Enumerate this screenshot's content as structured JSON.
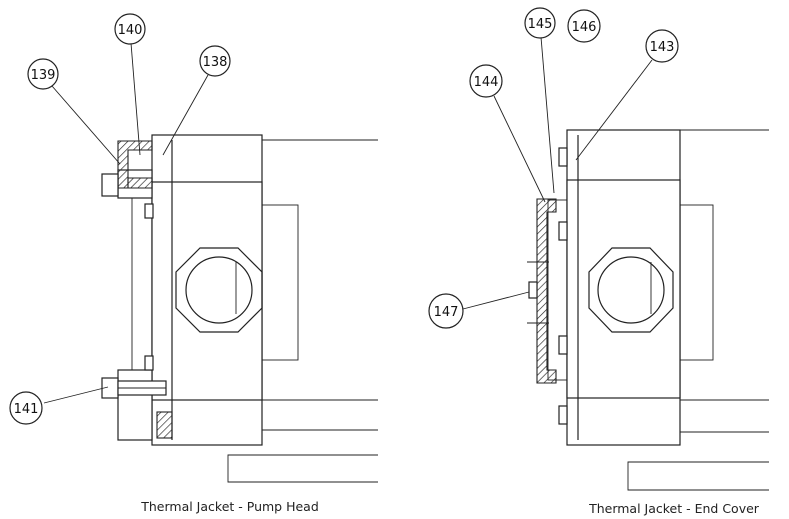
{
  "captions": {
    "left": "Thermal Jacket - Pump Head",
    "right": "Thermal Jacket - End Cover"
  },
  "callouts": {
    "c138": "138",
    "c139": "139",
    "c140": "140",
    "c141": "141",
    "c143": "143",
    "c144": "144",
    "c145": "145",
    "c146": "146",
    "c147": "147"
  }
}
